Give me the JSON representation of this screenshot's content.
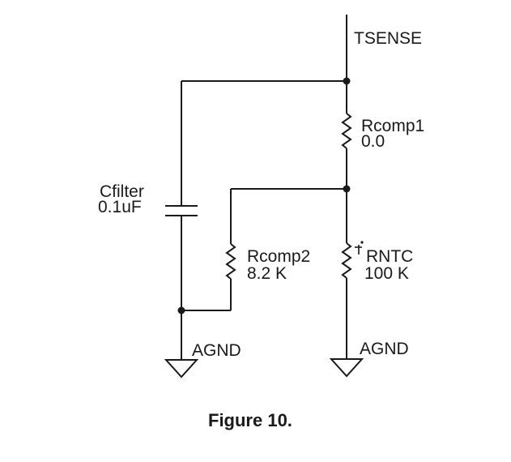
{
  "nets": {
    "tsense": "TSENSE",
    "ground_left": "AGND",
    "ground_right": "AGND"
  },
  "components": {
    "cfilter": {
      "name": "Cfilter",
      "value": "0.1uF"
    },
    "rcomp1": {
      "name": "Rcomp1",
      "value": "0.0"
    },
    "rcomp2": {
      "name": "Rcomp2",
      "value": "8.2 K"
    },
    "rntc": {
      "name": "RNTC",
      "value": "100 K"
    }
  },
  "caption": "Figure 10."
}
